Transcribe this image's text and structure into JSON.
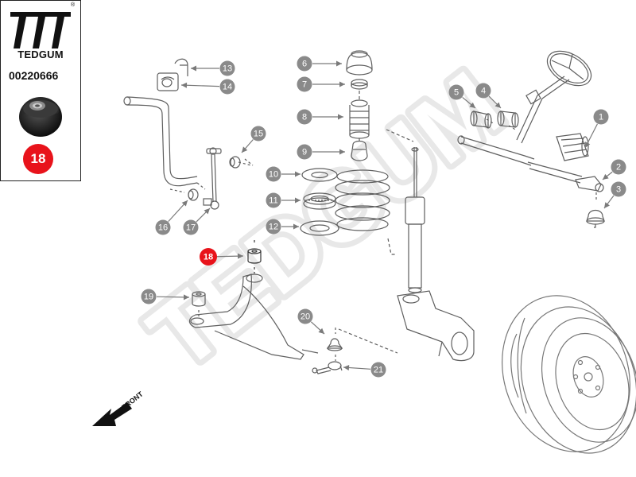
{
  "brand": {
    "name": "TEDGUM",
    "registered_mark": "®",
    "part_number": "00220666",
    "highlighted_number": "18",
    "accent_color": "#e8131b"
  },
  "callouts": [
    {
      "n": "1"
    },
    {
      "n": "2"
    },
    {
      "n": "3"
    },
    {
      "n": "4"
    },
    {
      "n": "5"
    },
    {
      "n": "6"
    },
    {
      "n": "7"
    },
    {
      "n": "8"
    },
    {
      "n": "9"
    },
    {
      "n": "10"
    },
    {
      "n": "11"
    },
    {
      "n": "12"
    },
    {
      "n": "13"
    },
    {
      "n": "14"
    },
    {
      "n": "15"
    },
    {
      "n": "16"
    },
    {
      "n": "17"
    },
    {
      "n": "18",
      "highlight": true
    },
    {
      "n": "19"
    },
    {
      "n": "20"
    },
    {
      "n": "21"
    }
  ],
  "diagram": {
    "front_label": "FRONT",
    "watermark": "TEDGUM",
    "callout_color": "#8a8a8a",
    "line_color": "#6d6d6d"
  }
}
